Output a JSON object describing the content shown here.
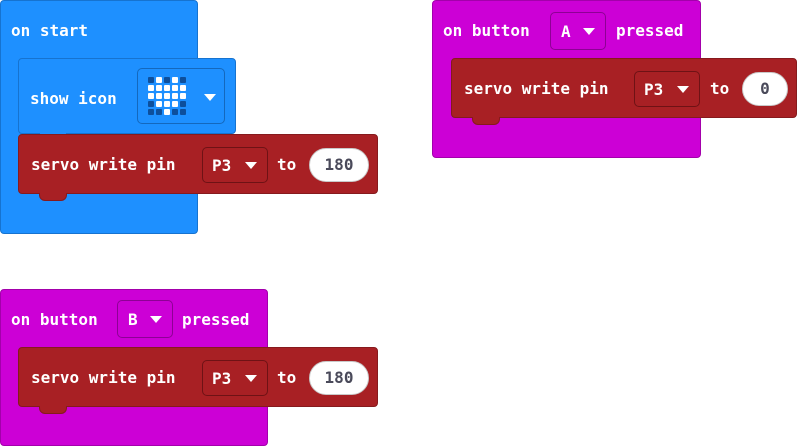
{
  "blocks": {
    "on_start": {
      "title": "on start",
      "show_icon": {
        "label": "show icon",
        "icon_name": "heart-icon",
        "leds": [
          [
            0,
            1,
            0,
            1,
            0
          ],
          [
            1,
            1,
            1,
            1,
            1
          ],
          [
            1,
            1,
            1,
            1,
            1
          ],
          [
            0,
            1,
            1,
            1,
            0
          ],
          [
            0,
            0,
            1,
            0,
            0
          ]
        ]
      },
      "servo": {
        "label": "servo write pin",
        "pin": "P3",
        "to_label": "to",
        "value": "180"
      }
    },
    "on_button_a": {
      "title_prefix": "on button",
      "button": "A",
      "title_suffix": "pressed",
      "servo": {
        "label": "servo write pin",
        "pin": "P3",
        "to_label": "to",
        "value": "0"
      }
    },
    "on_button_b": {
      "title_prefix": "on button",
      "button": "B",
      "title_suffix": "pressed",
      "servo": {
        "label": "servo write pin",
        "pin": "P3",
        "to_label": "to",
        "value": "180"
      }
    }
  },
  "colors": {
    "basic": "#1e90ff",
    "input": "#cc00d6",
    "pins": "#a82024"
  }
}
